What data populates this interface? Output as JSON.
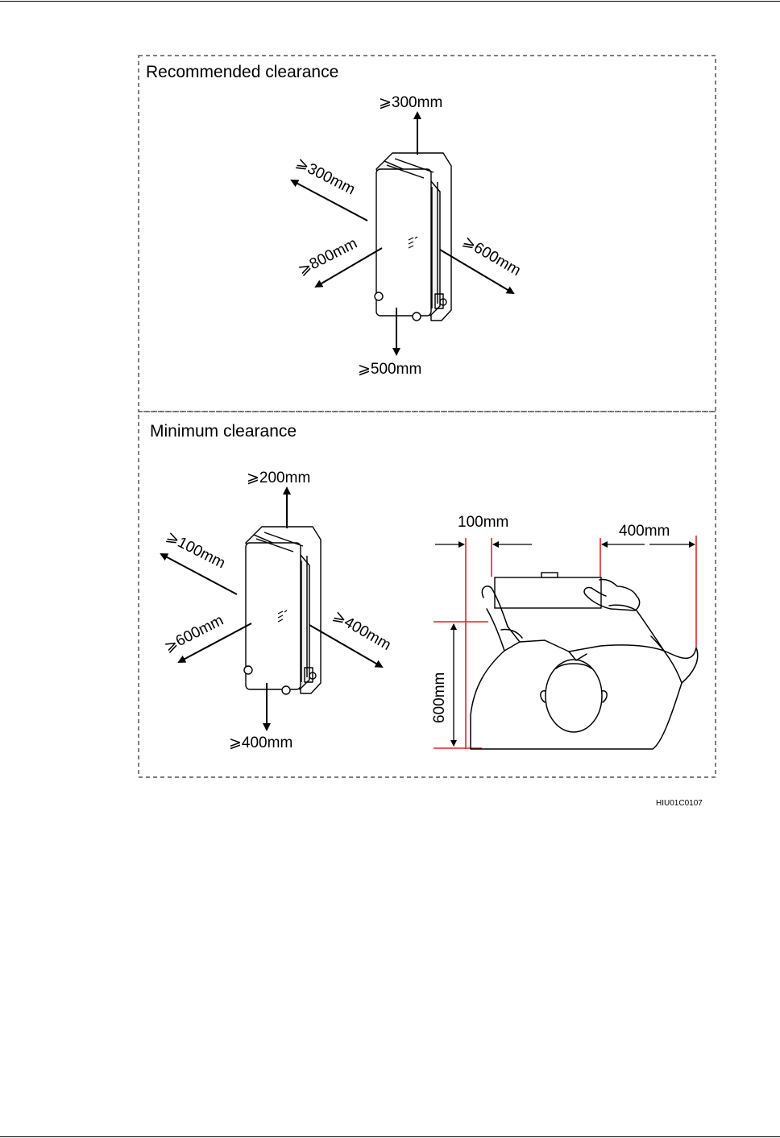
{
  "panels": {
    "recommended": {
      "title": "Recommended clearance",
      "labels": {
        "top": "⩾300mm",
        "left": "⩾300mm",
        "front_left": "⩾800mm",
        "right": "⩾600mm",
        "bottom": "⩾500mm"
      }
    },
    "minimum": {
      "title": "Minimum clearance",
      "labels": {
        "top": "⩾200mm",
        "left": "⩾100mm",
        "front_left": "⩾600mm",
        "right": "⩾400mm",
        "bottom": "⩾400mm"
      },
      "operator_view": {
        "left_gap": "100mm",
        "right_gap": "400mm",
        "depth": "600mm"
      }
    }
  },
  "figure_id": "HIU01C0107",
  "colors": {
    "line": "#000000",
    "border": "#555555",
    "dimension": "#e0242a"
  }
}
